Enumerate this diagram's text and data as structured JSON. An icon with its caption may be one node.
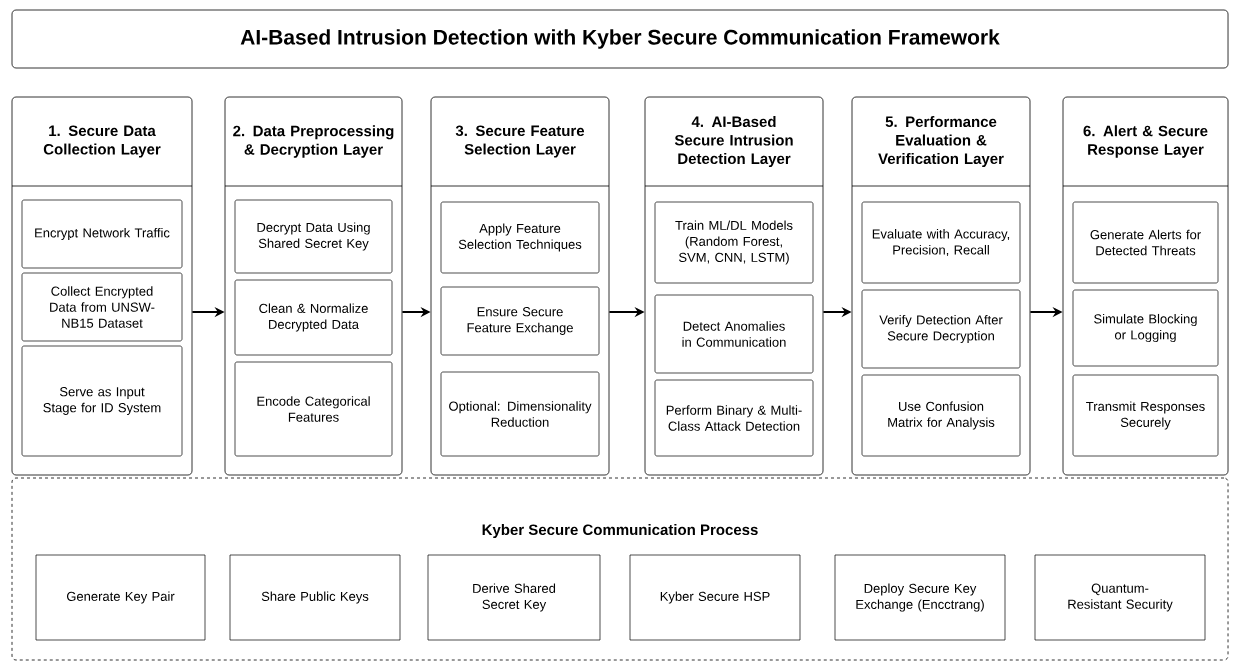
{
  "diagram": {
    "title": "AI-Based Intrusion Detection with Kyber Secure Communication Framework",
    "nodes": [
      {
        "text": [
          "1. Secure Data Collection Layer"
        ]
      },
      {
        "text": [
          "Encrypt Network Traffic"
        ],
        "in": 0
      },
      {
        "text": [
          "Collect Encrypted Data from UNSW-NB15 Dataset"
        ],
        "in": 0
      },
      {
        "text": [
          "Serve as Input Stage for ID System"
        ],
        "in": 0
      },
      {
        "text": [
          "2. Data Preprocessing & Decryption Layer"
        ]
      },
      {
        "text": [
          "Decrypt Data Using Shared Secret Key"
        ],
        "in": 4
      },
      {
        "text": [
          "Clean & Normalize Decrypted Data"
        ],
        "in": 4
      },
      {
        "text": [
          "Encode Categorical Features"
        ],
        "in": 4
      },
      {
        "text": [
          "3. Secure Feature Selection Layer"
        ]
      },
      {
        "text": [
          "Apply Feature Selection Techniques"
        ],
        "in": 8
      },
      {
        "text": [
          "Ensure Secure Feature Exchange"
        ],
        "in": 8
      },
      {
        "text": [
          "Optional: Dimensionality Reduction"
        ],
        "in": 8
      },
      {
        "text": [
          "4. AI-Based Secure Intrusion Detection Layer"
        ]
      },
      {
        "text": [
          "Train ML/DL Models (Random Forest, SVM, CNN, LSTM)"
        ],
        "in": 12
      },
      {
        "text": [
          "Detect Anomalies in Communication"
        ],
        "in": 12
      },
      {
        "text": [
          "Perform Binary & Multi-Class Attack Detection"
        ],
        "in": 12
      },
      {
        "text": [
          "5. Performance Evaluation & Verification Layer"
        ]
      },
      {
        "text": [
          "Evaluate with Accuracy, Precision, Recall"
        ],
        "in": 16
      },
      {
        "text": [
          "Verify Detection After Secure Decryption"
        ],
        "in": 16
      },
      {
        "text": [
          "Use Confusion Matrix for Analysis"
        ],
        "in": 16
      },
      {
        "text": [
          "6. Alert & Secure Response Layer"
        ]
      },
      {
        "text": [
          "Generate Alerts for Detected Threats"
        ],
        "in": 20
      },
      {
        "text": [
          "Simulate Blocking or Logging"
        ],
        "in": 20
      },
      {
        "text": [
          "Transmit Responses Securely"
        ],
        "in": 20
      },
      {
        "text": [
          "Kyber Secure Communication Process"
        ]
      },
      {
        "text": [
          "Generate Key Pair"
        ],
        "in": 24
      },
      {
        "text": [
          "Share Public Keys"
        ],
        "in": 24
      },
      {
        "text": [
          "Derive Shared Secret Key"
        ],
        "in": 24
      },
      {
        "text": [
          "Kyber Secure HSP"
        ],
        "in": 24
      },
      {
        "text": [
          "Deploy Secure Key Exchange (Encctrang)"
        ],
        "in": 24
      },
      {
        "text": [
          "Quantum-Resistant Security"
        ],
        "in": 24
      }
    ],
    "edges": [
      {
        "from": 0,
        "to": 4,
        "arrow": "to"
      },
      {
        "from": 4,
        "to": 8,
        "arrow": "to"
      },
      {
        "from": 8,
        "to": 12,
        "arrow": "to"
      },
      {
        "from": 12,
        "to": 16,
        "arrow": "to"
      },
      {
        "from": 16,
        "to": 20,
        "arrow": "to"
      }
    ]
  }
}
